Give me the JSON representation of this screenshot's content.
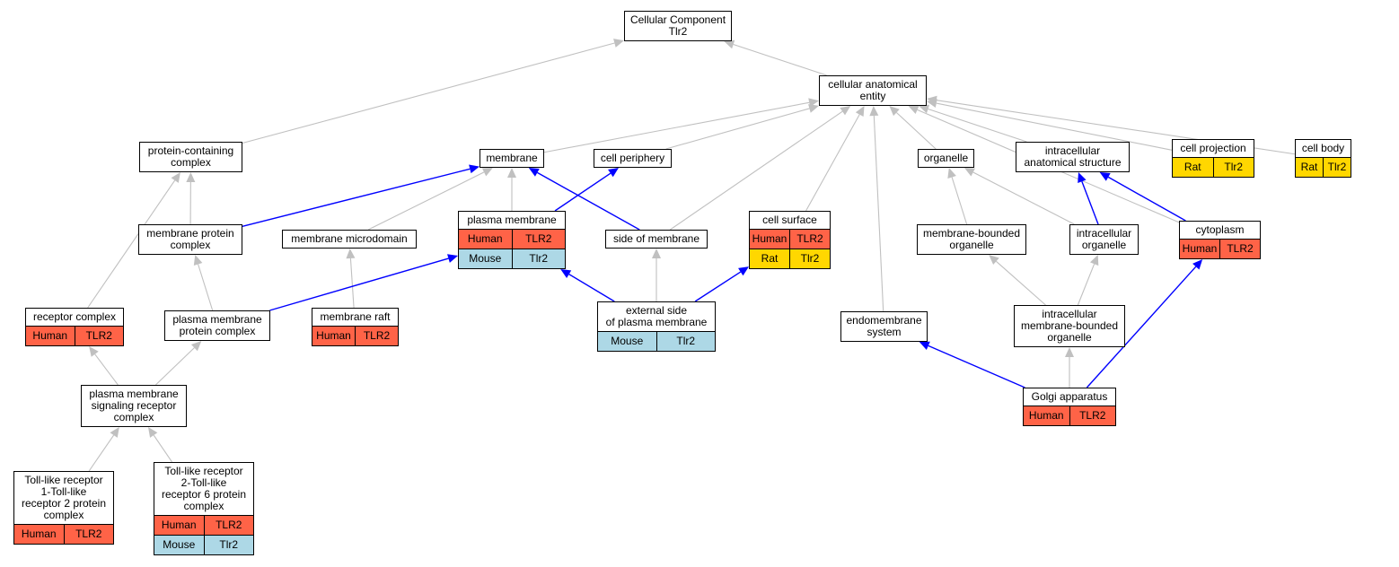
{
  "colors": {
    "human": "#ff6347",
    "mouse": "#add8e6",
    "rat": "#ffd700",
    "edge_gray": "#c0c0c0",
    "edge_blue": "#0000ff"
  },
  "nodes": [
    {
      "id": "cc",
      "lines": [
        "Cellular Component",
        "Tlr2"
      ]
    },
    {
      "id": "cae",
      "lines": [
        "cellular anatomical",
        "entity"
      ]
    },
    {
      "id": "pcc",
      "lines": [
        "protein-containing",
        "complex"
      ]
    },
    {
      "id": "mem",
      "lines": [
        "membrane"
      ]
    },
    {
      "id": "cper",
      "lines": [
        "cell periphery"
      ]
    },
    {
      "id": "org",
      "lines": [
        "organelle"
      ]
    },
    {
      "id": "ias",
      "lines": [
        "intracellular",
        "anatomical structure"
      ]
    },
    {
      "id": "cproj",
      "lines": [
        "cell projection"
      ],
      "rows": [
        {
          "species": "Rat",
          "gene": "Tlr2",
          "color": "rat"
        }
      ]
    },
    {
      "id": "cbody",
      "lines": [
        "cell body"
      ],
      "rows": [
        {
          "species": "Rat",
          "gene": "Tlr2",
          "color": "rat"
        }
      ]
    },
    {
      "id": "mpc",
      "lines": [
        "membrane protein",
        "complex"
      ]
    },
    {
      "id": "mmd",
      "lines": [
        "membrane microdomain"
      ]
    },
    {
      "id": "pm",
      "lines": [
        "plasma membrane"
      ],
      "rows": [
        {
          "species": "Human",
          "gene": "TLR2",
          "color": "human"
        },
        {
          "species": "Mouse",
          "gene": "Tlr2",
          "color": "mouse"
        }
      ]
    },
    {
      "id": "som",
      "lines": [
        "side of membrane"
      ]
    },
    {
      "id": "csurf",
      "lines": [
        "cell surface"
      ],
      "rows": [
        {
          "species": "Human",
          "gene": "TLR2",
          "color": "human"
        },
        {
          "species": "Rat",
          "gene": "Tlr2",
          "color": "rat"
        }
      ]
    },
    {
      "id": "mbo",
      "lines": [
        "membrane-bounded",
        "organelle"
      ]
    },
    {
      "id": "io",
      "lines": [
        "intracellular",
        "organelle"
      ]
    },
    {
      "id": "cyto",
      "lines": [
        "cytoplasm"
      ],
      "rows": [
        {
          "species": "Human",
          "gene": "TLR2",
          "color": "human"
        }
      ]
    },
    {
      "id": "rc",
      "lines": [
        "receptor complex"
      ],
      "rows": [
        {
          "species": "Human",
          "gene": "TLR2",
          "color": "human"
        }
      ]
    },
    {
      "id": "pmpc",
      "lines": [
        "plasma membrane",
        "protein complex"
      ]
    },
    {
      "id": "mraft",
      "lines": [
        "membrane raft"
      ],
      "rows": [
        {
          "species": "Human",
          "gene": "TLR2",
          "color": "human"
        }
      ]
    },
    {
      "id": "espm",
      "lines": [
        "external side",
        "of plasma membrane"
      ],
      "rows": [
        {
          "species": "Mouse",
          "gene": "Tlr2",
          "color": "mouse"
        }
      ]
    },
    {
      "id": "endo",
      "lines": [
        "endomembrane",
        "system"
      ]
    },
    {
      "id": "imbo",
      "lines": [
        "intracellular",
        "membrane-bounded",
        "organelle"
      ]
    },
    {
      "id": "pmsrc",
      "lines": [
        "plasma membrane",
        "signaling receptor",
        "complex"
      ]
    },
    {
      "id": "golgi",
      "lines": [
        "Golgi apparatus"
      ],
      "rows": [
        {
          "species": "Human",
          "gene": "TLR2",
          "color": "human"
        }
      ]
    },
    {
      "id": "tlr12",
      "lines": [
        "Toll-like receptor",
        "1-Toll-like",
        "receptor 2 protein",
        "complex"
      ],
      "rows": [
        {
          "species": "Human",
          "gene": "TLR2",
          "color": "human"
        }
      ]
    },
    {
      "id": "tlr26",
      "lines": [
        "Toll-like receptor",
        "2-Toll-like",
        "receptor 6 protein",
        "complex"
      ],
      "rows": [
        {
          "species": "Human",
          "gene": "TLR2",
          "color": "human"
        },
        {
          "species": "Mouse",
          "gene": "Tlr2",
          "color": "mouse"
        }
      ]
    }
  ],
  "edges": [
    {
      "from": "cae",
      "to": "cc",
      "color": "edge_gray"
    },
    {
      "from": "pcc",
      "to": "cc",
      "color": "edge_gray"
    },
    {
      "from": "mem",
      "to": "cae",
      "color": "edge_gray"
    },
    {
      "from": "cper",
      "to": "cae",
      "color": "edge_gray"
    },
    {
      "from": "som",
      "to": "cae",
      "color": "edge_gray"
    },
    {
      "from": "csurf",
      "to": "cae",
      "color": "edge_gray"
    },
    {
      "from": "endo",
      "to": "cae",
      "color": "edge_gray"
    },
    {
      "from": "org",
      "to": "cae",
      "color": "edge_gray"
    },
    {
      "from": "ias",
      "to": "cae",
      "color": "edge_gray"
    },
    {
      "from": "cproj",
      "to": "cae",
      "color": "edge_gray"
    },
    {
      "from": "cbody",
      "to": "cae",
      "color": "edge_gray"
    },
    {
      "from": "cyto",
      "to": "cae",
      "color": "edge_gray"
    },
    {
      "from": "mpc",
      "to": "pcc",
      "color": "edge_gray"
    },
    {
      "from": "rc",
      "to": "pcc",
      "color": "edge_gray"
    },
    {
      "from": "mpc",
      "to": "mem",
      "color": "edge_blue"
    },
    {
      "from": "mmd",
      "to": "mem",
      "color": "edge_gray"
    },
    {
      "from": "pm",
      "to": "mem",
      "color": "edge_gray"
    },
    {
      "from": "som",
      "to": "mem",
      "color": "edge_blue"
    },
    {
      "from": "pm",
      "to": "cper",
      "color": "edge_blue"
    },
    {
      "from": "pmpc",
      "to": "mpc",
      "color": "edge_gray"
    },
    {
      "from": "mraft",
      "to": "mmd",
      "color": "edge_gray"
    },
    {
      "from": "pmpc",
      "to": "pm",
      "color": "edge_blue"
    },
    {
      "from": "espm",
      "to": "pm",
      "color": "edge_blue"
    },
    {
      "from": "espm",
      "to": "som",
      "color": "edge_gray"
    },
    {
      "from": "espm",
      "to": "csurf",
      "color": "edge_blue"
    },
    {
      "from": "mbo",
      "to": "org",
      "color": "edge_gray"
    },
    {
      "from": "io",
      "to": "org",
      "color": "edge_gray"
    },
    {
      "from": "io",
      "to": "ias",
      "color": "edge_blue"
    },
    {
      "from": "cyto",
      "to": "ias",
      "color": "edge_blue"
    },
    {
      "from": "imbo",
      "to": "mbo",
      "color": "edge_gray"
    },
    {
      "from": "imbo",
      "to": "io",
      "color": "edge_gray"
    },
    {
      "from": "golgi",
      "to": "imbo",
      "color": "edge_gray"
    },
    {
      "from": "golgi",
      "to": "endo",
      "color": "edge_blue"
    },
    {
      "from": "golgi",
      "to": "cyto",
      "color": "edge_blue"
    },
    {
      "from": "pmsrc",
      "to": "rc",
      "color": "edge_gray"
    },
    {
      "from": "pmsrc",
      "to": "pmpc",
      "color": "edge_gray"
    },
    {
      "from": "tlr12",
      "to": "pmsrc",
      "color": "edge_gray"
    },
    {
      "from": "tlr26",
      "to": "pmsrc",
      "color": "edge_gray"
    }
  ]
}
